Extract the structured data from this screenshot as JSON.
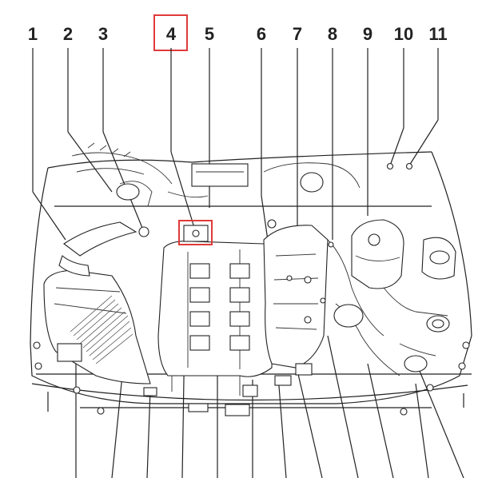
{
  "callouts": [
    "1",
    "2",
    "3",
    "4",
    "5",
    "6",
    "7",
    "8",
    "9",
    "10",
    "11"
  ],
  "highlight": {
    "callout": "4",
    "color": "#e03a3a"
  },
  "line_color": "#222222",
  "background": "#ffffff"
}
